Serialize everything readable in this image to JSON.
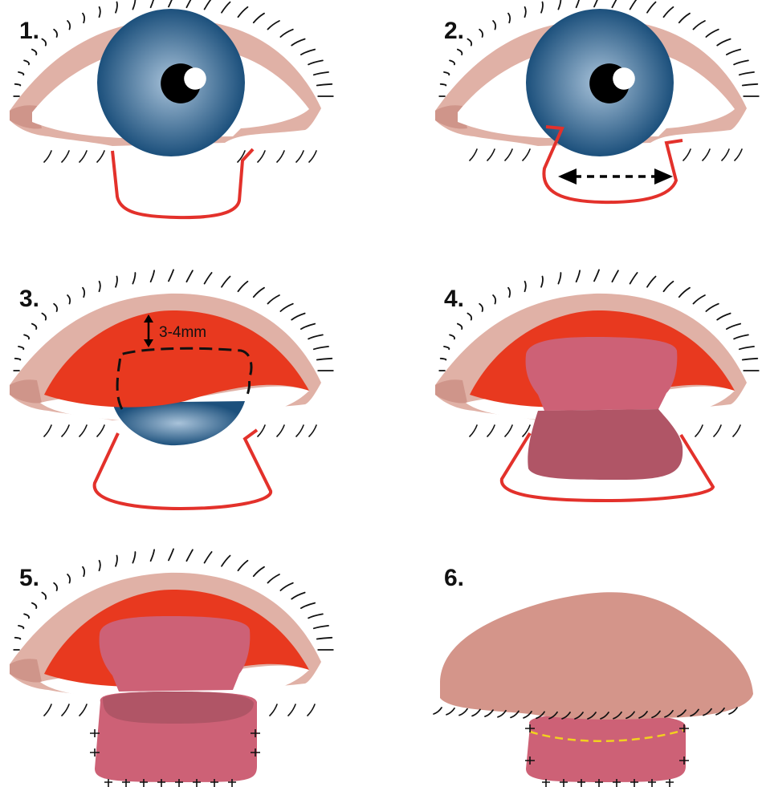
{
  "figure": {
    "panels": [
      {
        "step": "1."
      },
      {
        "step": "2."
      },
      {
        "step": "3.",
        "annotation": "3-4mm"
      },
      {
        "step": "4."
      },
      {
        "step": "5."
      },
      {
        "step": "6."
      }
    ]
  },
  "colors": {
    "skin": "#e0b1a6",
    "skin_dark": "#cf958a",
    "incision": "#e3312b",
    "conjunctiva": "#e8391f",
    "iris_center": "#a9c3da",
    "iris_edge": "#1c507c",
    "graft": "#cd6176",
    "graft_dark": "#b05566",
    "lid_cover": "#d4958a",
    "stitch_line": "#f2d11f",
    "lashes": "#111111"
  },
  "icons": [
    "eye-outline",
    "iris",
    "pupil",
    "eyelashes",
    "incision-outline",
    "double-arrow",
    "dashed-flap-outline",
    "graft-flap",
    "sutures",
    "dashed-suture-line"
  ]
}
